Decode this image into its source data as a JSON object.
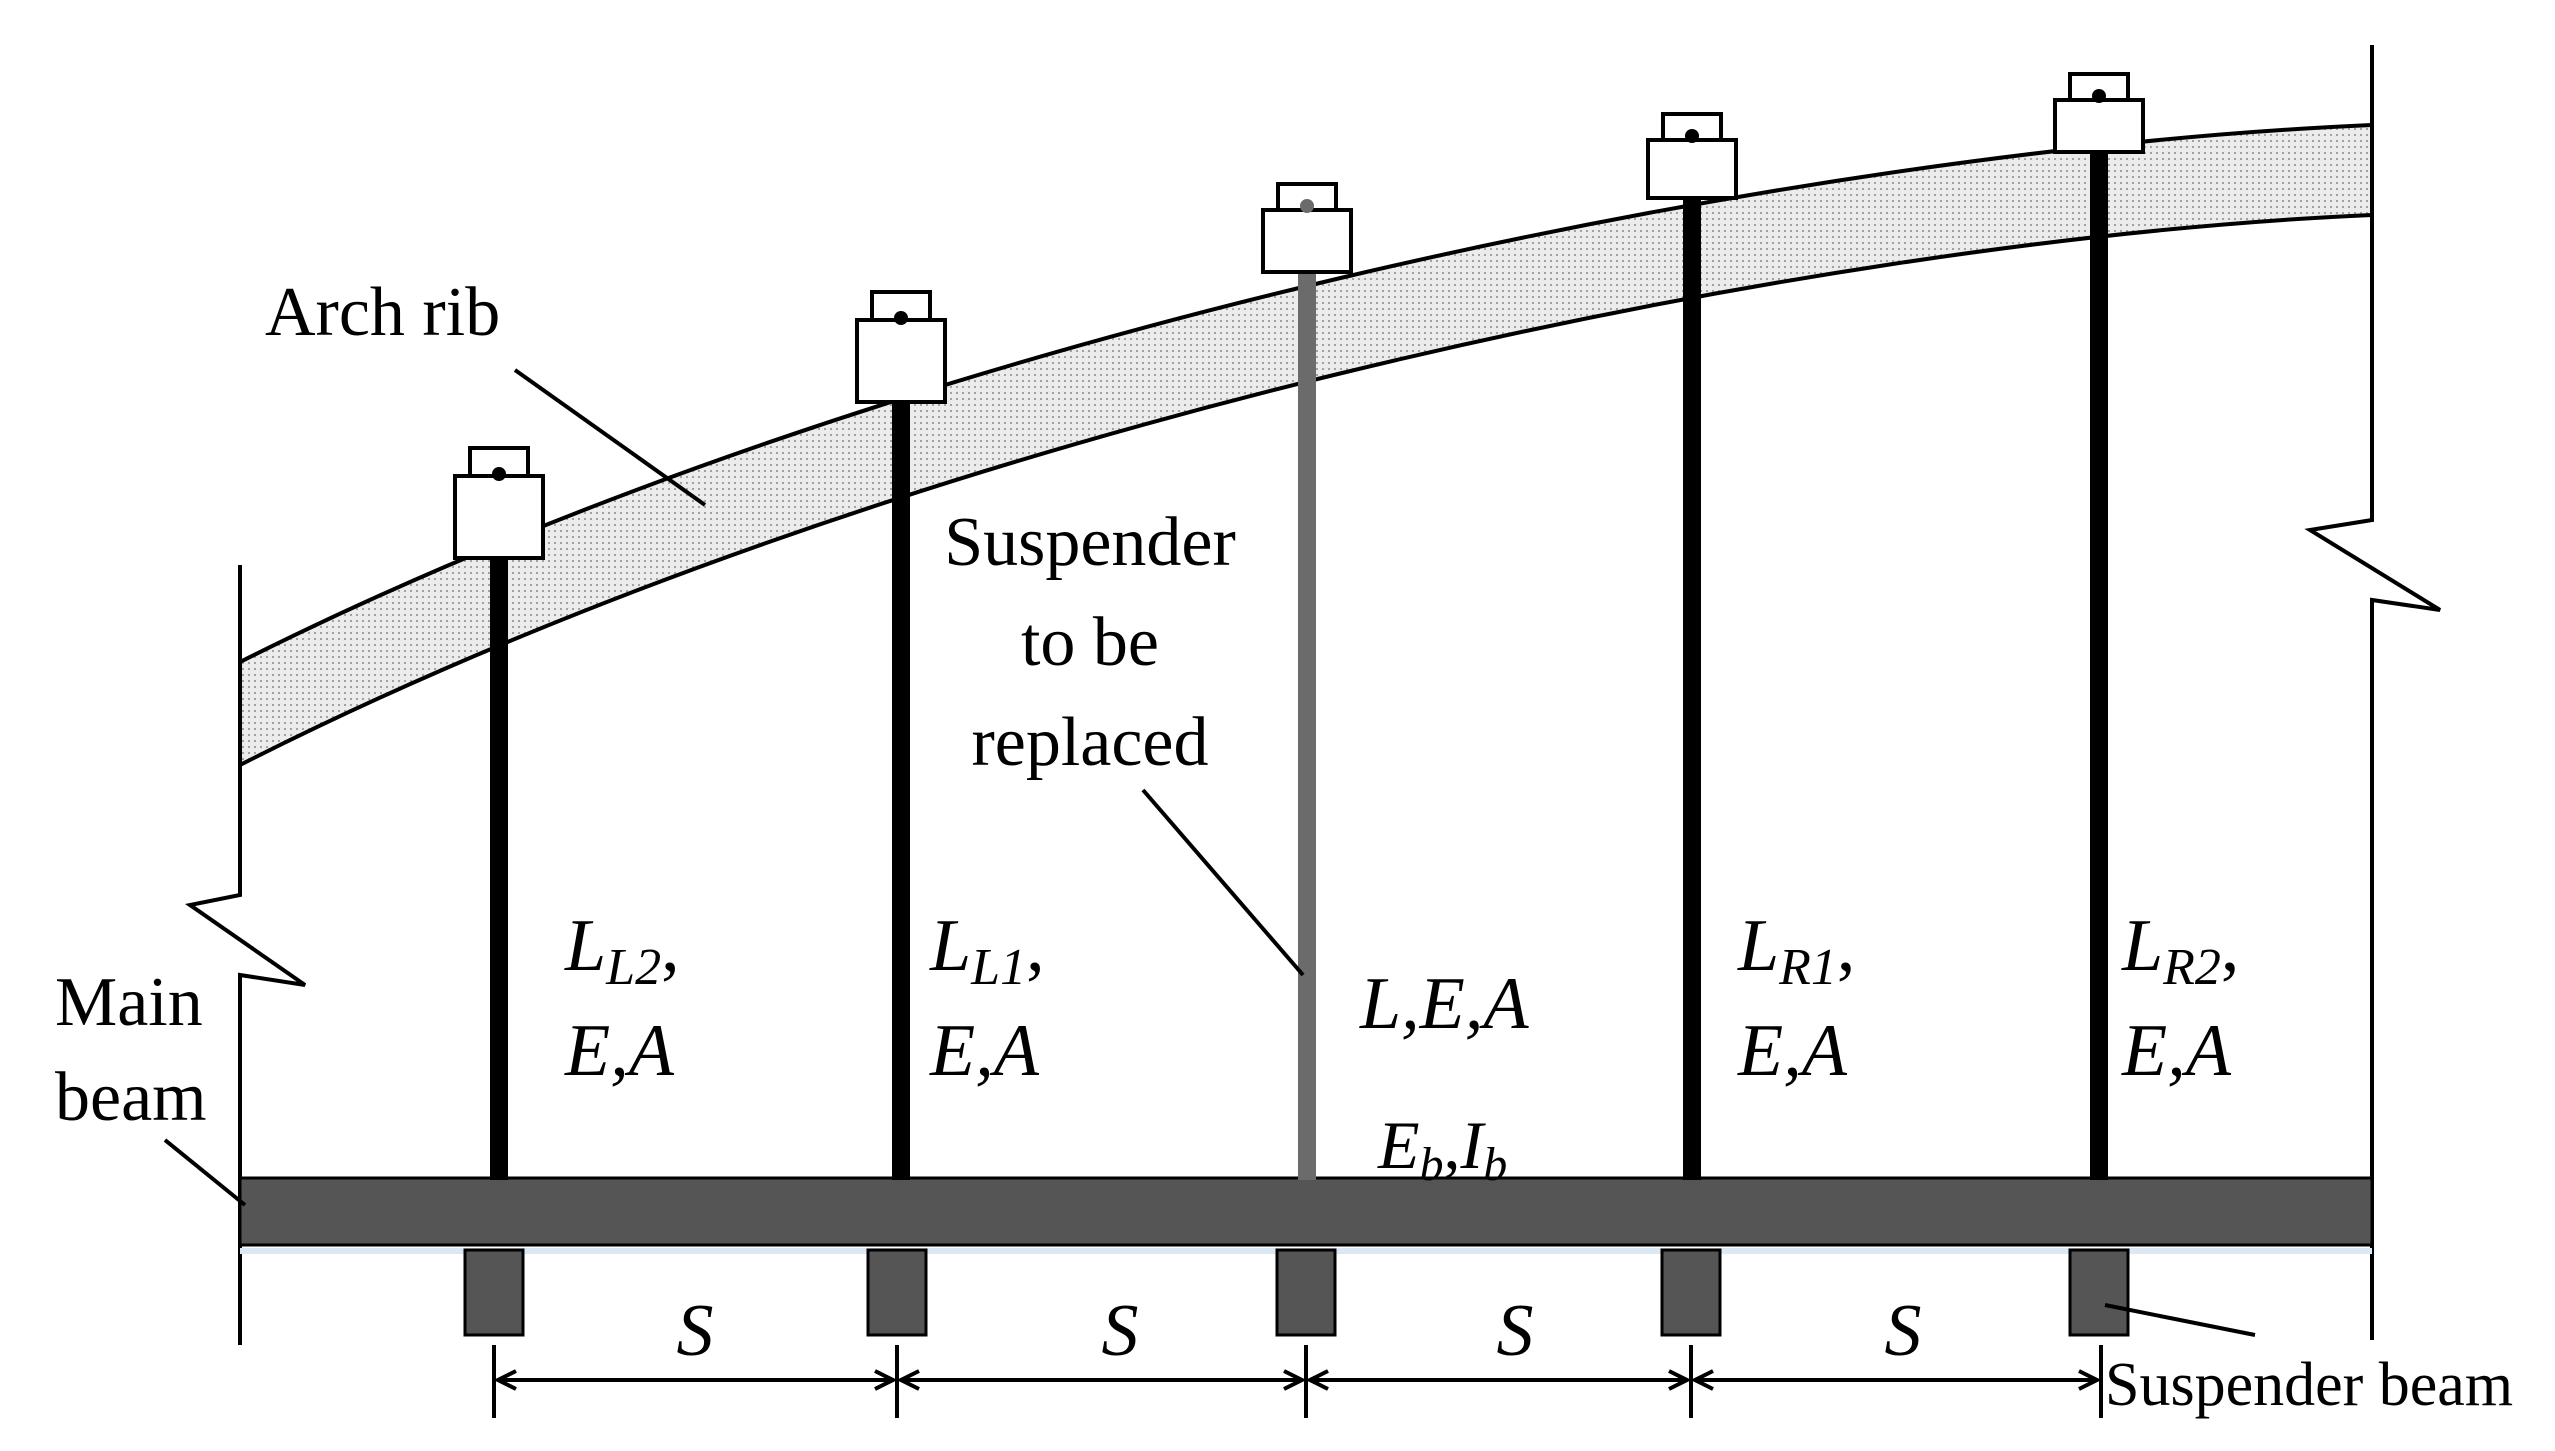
{
  "labels": {
    "arch_rib": "Arch rib",
    "main_beam_line1": "Main",
    "main_beam_line2": "beam",
    "replace_line1": "Suspender",
    "replace_line2": "to be",
    "replace_line3": "replaced",
    "suspender_beam": "Suspender beam",
    "beam_props_E": "E",
    "beam_props_E_sub": "b",
    "beam_props_comma": ",",
    "beam_props_I": "I",
    "beam_props_I_sub": "b"
  },
  "suspenders": [
    {
      "id": "L2",
      "base": "L",
      "sub": "L2",
      "tail": ",",
      "line2": "E,A"
    },
    {
      "id": "L1",
      "base": "L",
      "sub": "L1",
      "tail": ",",
      "line2": "E,A"
    },
    {
      "id": "C",
      "base": "L,E,A",
      "sub": "",
      "tail": "",
      "line2": ""
    },
    {
      "id": "R1",
      "base": "L",
      "sub": "R1",
      "tail": ",",
      "line2": "E,A"
    },
    {
      "id": "R2",
      "base": "L",
      "sub": "R2",
      "tail": ",",
      "line2": "E,A"
    }
  ],
  "spacing_labels": [
    "S",
    "S",
    "S",
    "S"
  ],
  "colors": {
    "line": "#000000",
    "suspender": "#000000",
    "replaced_suspender": "#6b6b6b",
    "main_beam": "#555555",
    "suspender_beam_block": "#555555",
    "arch_fill": "#e6e6e6"
  }
}
